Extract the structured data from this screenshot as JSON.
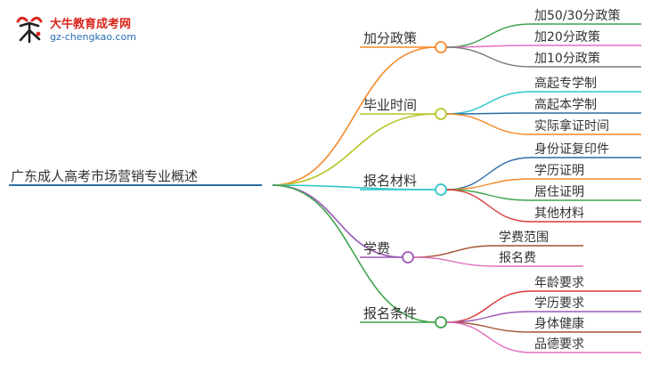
{
  "logo": {
    "title": "大牛教育成考网",
    "url": "gz-chengkao.com",
    "icon": "bull-logo-icon"
  },
  "mindmap": {
    "root": "广东成人高考市场营销专业概述",
    "branches": [
      {
        "label": "加分政策",
        "color": "#f5892a",
        "children": [
          {
            "label": "加50/30分政策",
            "color": "#3fa34d"
          },
          {
            "label": "加20分政策",
            "color": "#e06fc0"
          },
          {
            "label": "加10分政策",
            "color": "#7b7b7b"
          }
        ]
      },
      {
        "label": "毕业时间",
        "color": "#b9c52b",
        "children": [
          {
            "label": "高起专学制",
            "color": "#2ec6c8"
          },
          {
            "label": "高起本学制",
            "color": "#2b6ca3"
          },
          {
            "label": "实际拿证时间",
            "color": "#f5892a"
          }
        ]
      },
      {
        "label": "报名材料",
        "color": "#2ec6c8",
        "children": [
          {
            "label": "身份证复印件",
            "color": "#2b6ca3"
          },
          {
            "label": "学历证明",
            "color": "#f5892a"
          },
          {
            "label": "居住证明",
            "color": "#3fa34d"
          },
          {
            "label": "其他材料",
            "color": "#d9383a"
          }
        ]
      },
      {
        "label": "学费",
        "color": "#9b59b6",
        "children": [
          {
            "label": "学费范围",
            "color": "#a0522d"
          },
          {
            "label": "报名费",
            "color": "#e06fc0"
          }
        ]
      },
      {
        "label": "报名条件",
        "color": "#3fa34d",
        "children": [
          {
            "label": "年龄要求",
            "color": "#d9383a"
          },
          {
            "label": "学历要求",
            "color": "#9b59b6"
          },
          {
            "label": "身体健康",
            "color": "#a0522d"
          },
          {
            "label": "品德要求",
            "color": "#e06fc0"
          }
        ]
      }
    ]
  }
}
